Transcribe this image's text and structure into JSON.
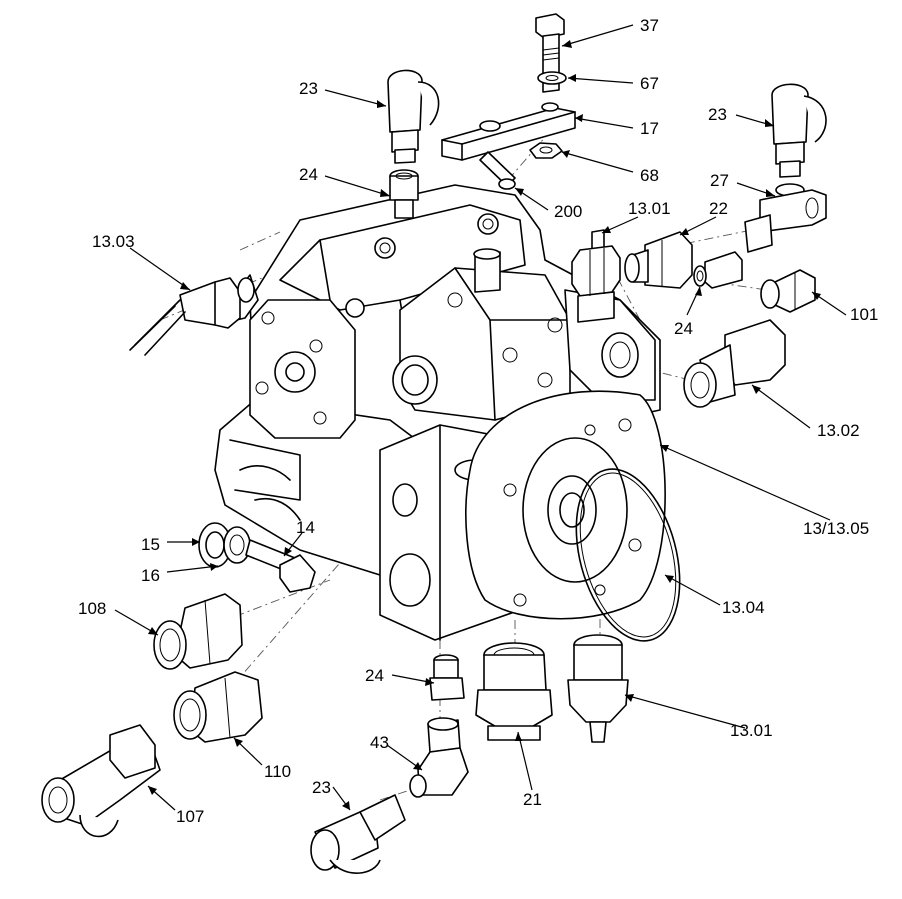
{
  "diagram": {
    "callouts": [
      {
        "id": "c37",
        "label": "37"
      },
      {
        "id": "c67",
        "label": "67"
      },
      {
        "id": "c17",
        "label": "17"
      },
      {
        "id": "c68",
        "label": "68"
      },
      {
        "id": "c23a",
        "label": "23"
      },
      {
        "id": "c23b",
        "label": "23"
      },
      {
        "id": "c24a",
        "label": "24"
      },
      {
        "id": "c27",
        "label": "27"
      },
      {
        "id": "c200",
        "label": "200"
      },
      {
        "id": "c1301a",
        "label": "13.01"
      },
      {
        "id": "c22",
        "label": "22"
      },
      {
        "id": "c1303",
        "label": "13.03"
      },
      {
        "id": "c24b",
        "label": "24"
      },
      {
        "id": "c101",
        "label": "101"
      },
      {
        "id": "c1302",
        "label": "13.02"
      },
      {
        "id": "c13",
        "label": "13/13.05"
      },
      {
        "id": "c15",
        "label": "15"
      },
      {
        "id": "c14",
        "label": "14"
      },
      {
        "id": "c16",
        "label": "16"
      },
      {
        "id": "c1304",
        "label": "13.04"
      },
      {
        "id": "c108",
        "label": "108"
      },
      {
        "id": "c24c",
        "label": "24"
      },
      {
        "id": "c1301b",
        "label": "13.01"
      },
      {
        "id": "c43",
        "label": "43"
      },
      {
        "id": "c21",
        "label": "21"
      },
      {
        "id": "c110",
        "label": "110"
      },
      {
        "id": "c23c",
        "label": "23"
      },
      {
        "id": "c107",
        "label": "107"
      }
    ]
  }
}
